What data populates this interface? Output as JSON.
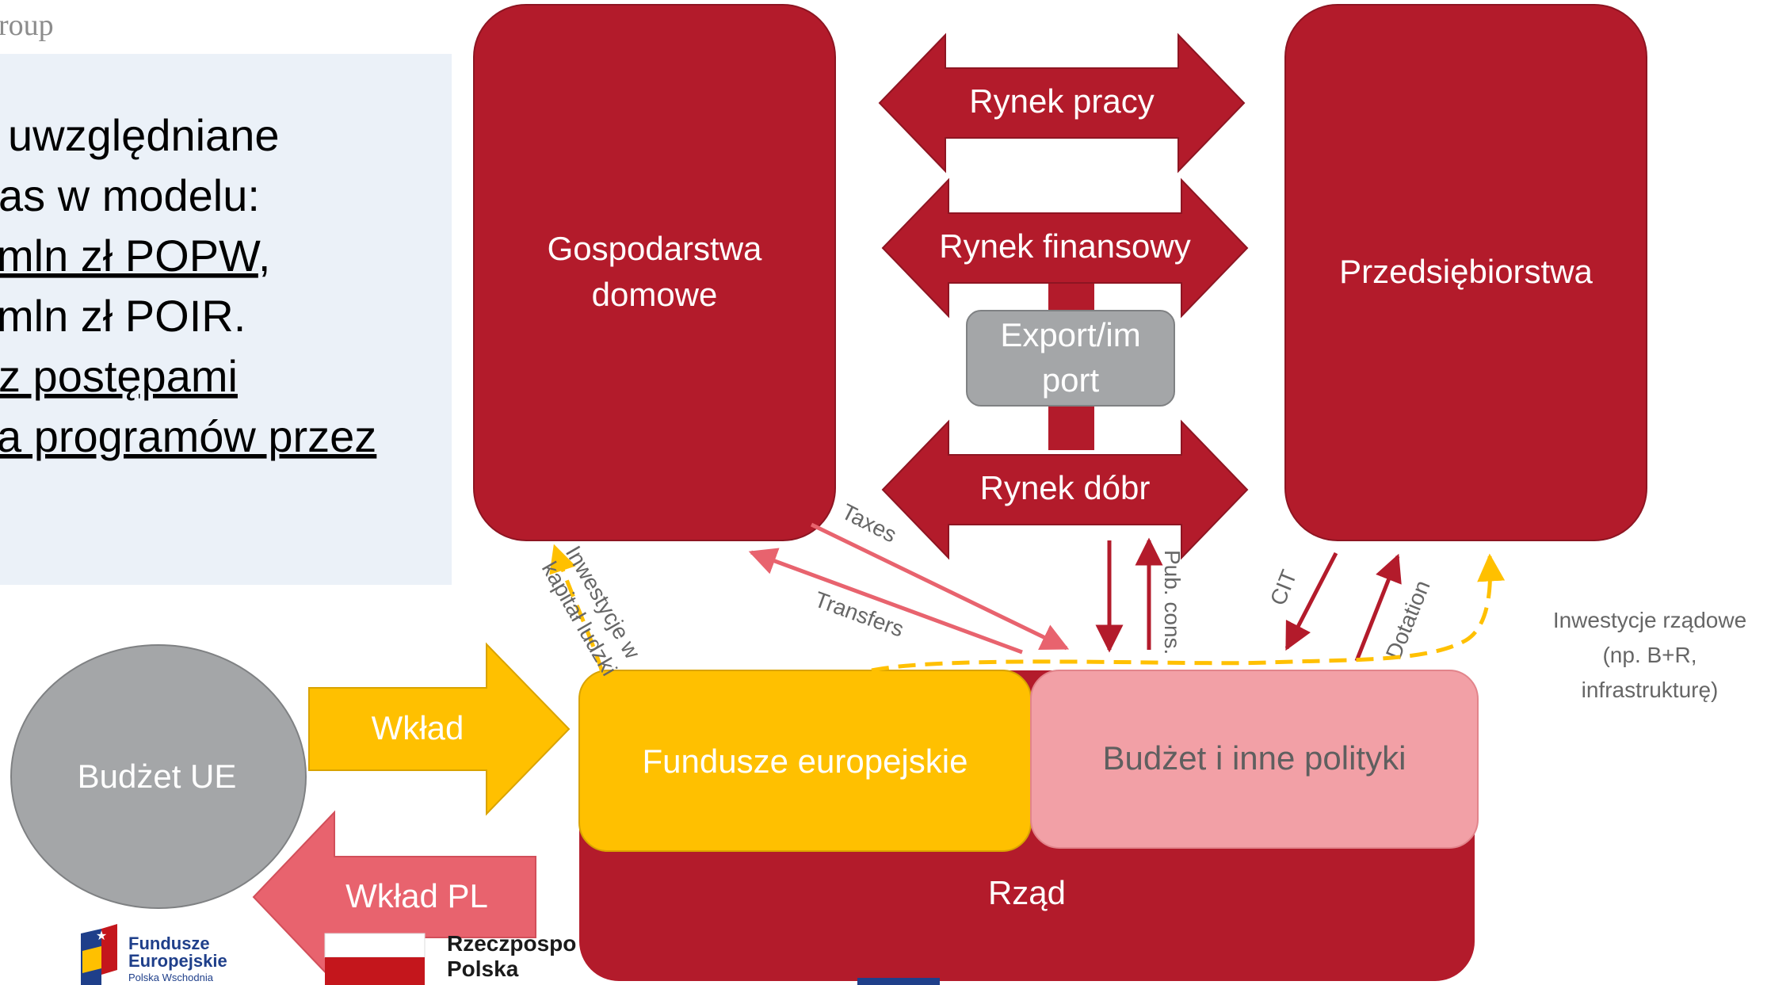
{
  "header": {
    "logo_text": "roup"
  },
  "left_panel": {
    "lines": [
      {
        "text": "uwzględniane",
        "underline": false
      },
      {
        "text": "as w modelu:",
        "underline": false
      },
      {
        "text": "mln zł POPW",
        "suffix": ",",
        "underline": true
      },
      {
        "text": "mln zł POIR.",
        "underline": false
      },
      {
        "text": "z postępami",
        "underline": true
      },
      {
        "text": "a programów przez",
        "underline": true
      }
    ]
  },
  "nodes": {
    "households": [
      "Gospodarstwa",
      "domowe"
    ],
    "enterprises": "Przedsiębiorstwa",
    "labor_market": "Rynek pracy",
    "financial_market": "Rynek finansowy",
    "export_import": [
      "Export/im",
      "port"
    ],
    "goods_market": "Rynek dóbr",
    "eu_budget": "Budżet UE",
    "contribution": "Wkład",
    "pl_contribution": "Wkład PL",
    "european_funds": "Fundusze europejskie",
    "budget_policies": "Budżet i inne polityki",
    "government": "Rząd"
  },
  "edges": {
    "taxes": "Taxes",
    "transfers": "Transfers",
    "pub_cons": "Pub. cons.",
    "cit": "CIT",
    "dotation": "Dotation",
    "human_capital": [
      "Inwestycje w",
      "kapitał ludzki"
    ],
    "gov_investment": [
      "Inwestycje rządowe",
      "(np. B+R,",
      "infrastrukturę)"
    ]
  },
  "footer": {
    "fe_logo": [
      "Fundusze",
      "Europejskie",
      "Polska Wschodnia"
    ],
    "rp_logo": [
      "Rzeczpospo",
      "Polska"
    ]
  },
  "colors": {
    "dark_red": "#B31B2B",
    "pink": "#F2A0A6",
    "salmon": "#E8636E",
    "yellow": "#FFC000",
    "grey": "#A4A6A8",
    "light_blue_panel": "#EBF1F8"
  }
}
